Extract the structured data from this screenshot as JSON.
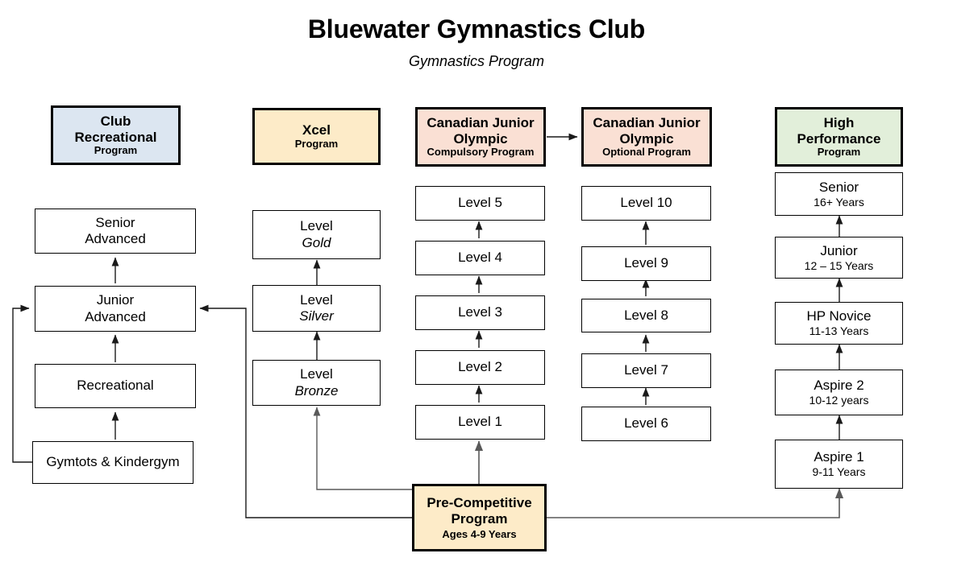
{
  "header": {
    "title": "Bluewater Gymnastics Club",
    "subtitle": "Gymnastics Program"
  },
  "colors": {
    "club_recreational": "#DCE6F1",
    "xcel": "#FDEBC8",
    "cjo_compulsory": "#FAE0D4",
    "cjo_optional": "#FAE0D4",
    "high_performance": "#E2EFDA",
    "pre_competitive": "#FDEBC8",
    "node_fill": "#FFFFFF",
    "border": "#000000",
    "edge": "#595959"
  },
  "columns": [
    {
      "id": "club-recreational",
      "header": {
        "line1": "Club",
        "line2": "Recreational",
        "line3": "Program",
        "fill": "#DCE6F1"
      },
      "nodes": [
        {
          "id": "senior-advanced",
          "line1": "Senior",
          "line2": "Advanced"
        },
        {
          "id": "junior-advanced",
          "line1": "Junior",
          "line2": "Advanced"
        },
        {
          "id": "recreational",
          "line1": "Recreational",
          "line2": ""
        },
        {
          "id": "gymtots-kindergym",
          "line1": "Gymtots & Kindergym",
          "line2": ""
        }
      ]
    },
    {
      "id": "xcel",
      "header": {
        "line1": "Xcel",
        "line2": "",
        "line3": "Program",
        "fill": "#FDEBC8"
      },
      "nodes": [
        {
          "id": "level-gold",
          "line1": "Level",
          "line2": "Gold"
        },
        {
          "id": "level-silver",
          "line1": "Level",
          "line2": "Silver"
        },
        {
          "id": "level-bronze",
          "line1": "Level",
          "line2": "Bronze"
        }
      ]
    },
    {
      "id": "cjo-compulsory",
      "header": {
        "line1": "Canadian Junior",
        "line2": "Olympic",
        "line3": "Compulsory Program",
        "fill": "#FAE0D4"
      },
      "nodes": [
        {
          "id": "level-5",
          "line1": "Level 5",
          "line2": ""
        },
        {
          "id": "level-4",
          "line1": "Level 4",
          "line2": ""
        },
        {
          "id": "level-3",
          "line1": "Level 3",
          "line2": ""
        },
        {
          "id": "level-2",
          "line1": "Level 2",
          "line2": ""
        },
        {
          "id": "level-1",
          "line1": "Level 1",
          "line2": ""
        }
      ]
    },
    {
      "id": "cjo-optional",
      "header": {
        "line1": "Canadian Junior",
        "line2": "Olympic",
        "line3": "Optional Program",
        "fill": "#FAE0D4"
      },
      "nodes": [
        {
          "id": "level-10",
          "line1": "Level 10",
          "line2": ""
        },
        {
          "id": "level-9",
          "line1": "Level 9",
          "line2": ""
        },
        {
          "id": "level-8",
          "line1": "Level 8",
          "line2": ""
        },
        {
          "id": "level-7",
          "line1": "Level 7",
          "line2": ""
        },
        {
          "id": "level-6",
          "line1": "Level 6",
          "line2": ""
        }
      ]
    },
    {
      "id": "high-performance",
      "header": {
        "line1": "High",
        "line2": "Performance",
        "line3": "Program",
        "fill": "#E2EFDA"
      },
      "nodes": [
        {
          "id": "hp-senior",
          "line1": "Senior",
          "line2": "16+ Years"
        },
        {
          "id": "hp-junior",
          "line1": "Junior",
          "line2": "12 – 15 Years"
        },
        {
          "id": "hp-novice",
          "line1": "HP Novice",
          "line2": "11-13 Years"
        },
        {
          "id": "aspire-2",
          "line1": "Aspire 2",
          "line2": "10-12 years"
        },
        {
          "id": "aspire-1",
          "line1": "Aspire 1",
          "line2": "9-11 Years"
        }
      ]
    }
  ],
  "pre_competitive": {
    "line1": "Pre-Competitive",
    "line2": "Program",
    "line3": "Ages 4-9 Years"
  }
}
